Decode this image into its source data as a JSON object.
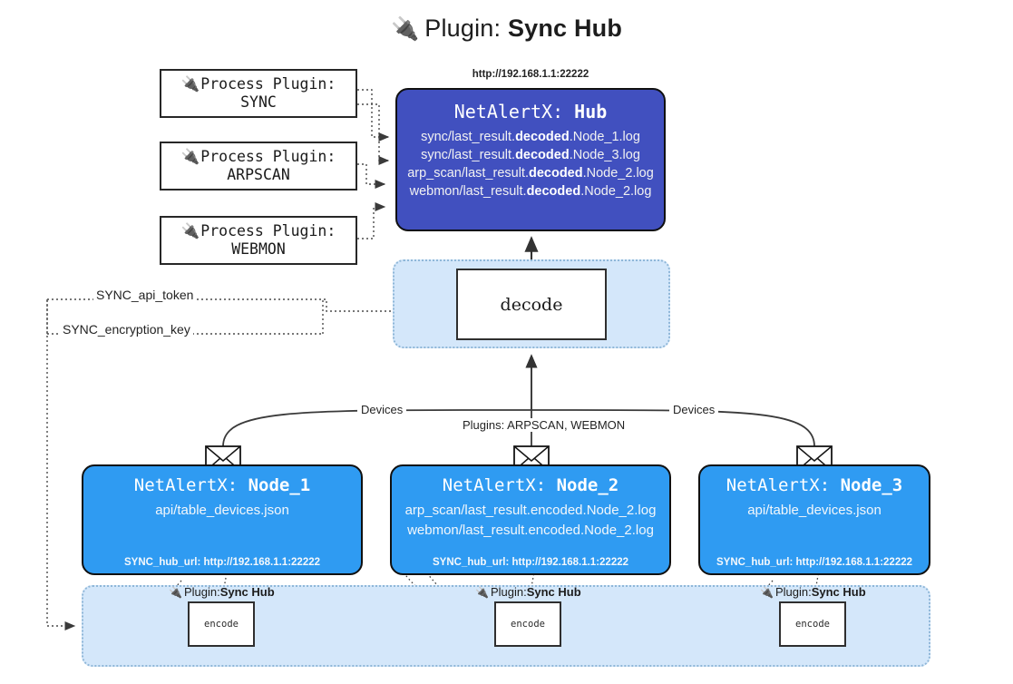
{
  "title": {
    "icon": "plug-icon",
    "prefix": "Plugin: ",
    "name": "Sync Hub"
  },
  "process_plugins": [
    {
      "icon": "plug-icon",
      "line1": "Process Plugin:",
      "line2": "SYNC"
    },
    {
      "icon": "plug-icon",
      "line1": "Process Plugin:",
      "line2": "ARPSCAN"
    },
    {
      "icon": "plug-icon",
      "line1": "Process Plugin:",
      "line2": "WEBMON"
    }
  ],
  "hub": {
    "url": "http://192.168.1.1:22222",
    "title_prefix": "NetAlertX: ",
    "title_name": "Hub",
    "lines": [
      {
        "pre": "sync/last_result.",
        "mid": "decoded",
        "post": ".Node_1.log"
      },
      {
        "pre": "sync/last_result.",
        "mid": "decoded",
        "post": ".Node_3.log"
      },
      {
        "pre": "arp_scan/last_result.",
        "mid": "decoded",
        "post": ".Node_2.log"
      },
      {
        "pre": "webmon/last_result.",
        "mid": "decoded",
        "post": ".Node_2.log"
      }
    ]
  },
  "decode": {
    "label": "decode"
  },
  "keys": {
    "api_token": "SYNC_api_token",
    "encryption_key": "SYNC_encryption_key"
  },
  "edge_labels": {
    "devices_left": "Devices",
    "devices_right": "Devices",
    "plugins_center": "Plugins: ARPSCAN, WEBMON"
  },
  "nodes": [
    {
      "title_prefix": "NetAlertX: ",
      "title_name": "Node_1",
      "lines": [
        "api/table_devices.json"
      ],
      "hub_url_label": "SYNC_hub_url: http://192.168.1.1:22222",
      "envelope_icon": "envelope-icon"
    },
    {
      "title_prefix": "NetAlertX: ",
      "title_name": "Node_2",
      "lines": [
        "arp_scan/last_result.encoded.Node_2.log",
        "webmon/last_result.encoded.Node_2.log"
      ],
      "hub_url_label": "SYNC_hub_url: http://192.168.1.1:22222",
      "envelope_icon": "envelope-icon"
    },
    {
      "title_prefix": "NetAlertX: ",
      "title_name": "Node_3",
      "lines": [
        "api/table_devices.json"
      ],
      "hub_url_label": "SYNC_hub_url: http://192.168.1.1:22222",
      "envelope_icon": "envelope-icon"
    }
  ],
  "encoders": [
    {
      "icon": "plug-icon",
      "label_prefix": "Plugin: ",
      "label_name": "Sync Hub",
      "box_label": "encode"
    },
    {
      "icon": "plug-icon",
      "label_prefix": "Plugin: ",
      "label_name": "Sync Hub",
      "box_label": "encode"
    },
    {
      "icon": "plug-icon",
      "label_prefix": "Plugin: ",
      "label_name": "Sync Hub",
      "box_label": "encode"
    }
  ],
  "colors": {
    "hub_fill": "#4150bf",
    "node_fill": "#2f9bf2",
    "band_fill": "#d4e7fa",
    "band_border": "#8fb7d8",
    "stroke": "#333333",
    "page_bg": "#ffffff"
  }
}
